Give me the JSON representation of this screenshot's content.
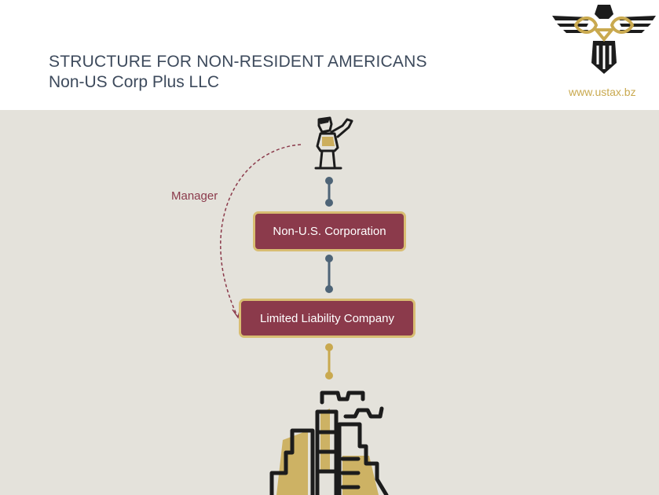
{
  "header": {
    "title": "STRUCTURE FOR NON-RESIDENT AMERICANS",
    "subtitle": "Non-US Corp Plus LLC",
    "url": "www.ustax.bz",
    "logo_icon": "eagle-logo-icon"
  },
  "diagram": {
    "owner_icon": "person-waving-icon",
    "manager_label": "Manager",
    "corporation_label": "Non-U.S. Corporation",
    "llc_label": "Limited Liability Company",
    "asset_icon": "buildings-icon"
  },
  "colors": {
    "box_fill": "#8b3a4b",
    "box_border": "#d8bd72",
    "connector_blue": "#4e6477",
    "connector_gold": "#c9a94f",
    "background": "#e4e2db",
    "title": "#3d4a5c"
  }
}
